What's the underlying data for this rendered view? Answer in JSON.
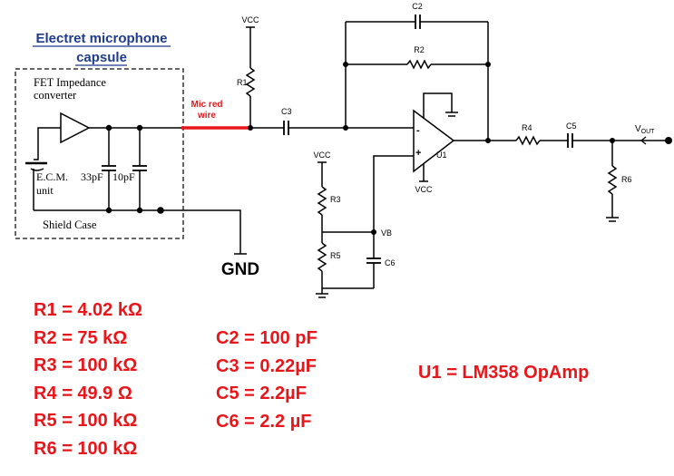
{
  "capsule": {
    "title_line1": "Electret microphone",
    "title_line2": "capsule",
    "fet_line1": "FET Impedance",
    "fet_line2": "converter",
    "ecm_line1": "E.C.M.",
    "ecm_line2": "unit",
    "cap_a": "33pF",
    "cap_b": "10pF",
    "shield": "Shield Case"
  },
  "wire_label_line1": "Mic red",
  "wire_label_line2": "wire",
  "labels": {
    "vcc": "VCC",
    "r1": "R1",
    "r2": "R2",
    "r3": "R3",
    "r4": "R4",
    "r5": "R5",
    "r6": "R6",
    "c2": "C2",
    "c3": "C3",
    "c5": "C5",
    "c6": "C6",
    "u1": "U1",
    "vb": "VB",
    "vout": "V",
    "vout_sub": "OUT",
    "gnd": "GND",
    "minus": "-",
    "plus": "+"
  },
  "values": {
    "resistors": [
      "R1 = 4.02 kΩ",
      "R2 = 75 kΩ",
      "R3 = 100 kΩ",
      "R4 = 49.9 Ω",
      "R5 = 100 kΩ",
      "R6 = 100 kΩ"
    ],
    "capacitors": [
      "C2 = 100 pF",
      "C3 = 0.22µF",
      "C5 = 2.2µF",
      "C6 = 2.2 µF"
    ],
    "opamp": "U1 = LM358 OpAmp"
  },
  "colors": {
    "value_text": "#e8161a",
    "wire": "#000000",
    "mic_wire": "#e8161a",
    "title": "#1f3b8c"
  }
}
